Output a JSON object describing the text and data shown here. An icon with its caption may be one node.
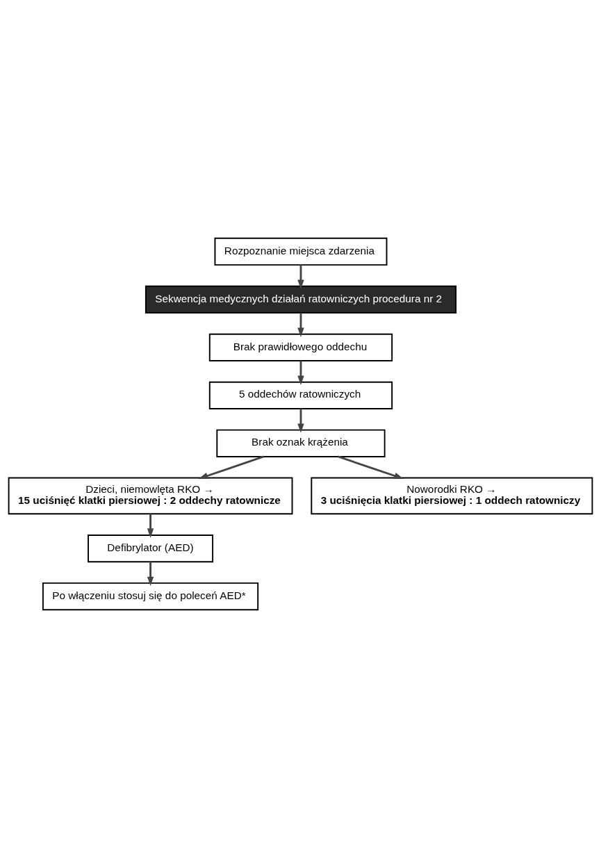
{
  "diagram": {
    "nodes": [
      {
        "text": [
          "Rozpoznanie miejsca zdarzenia"
        ]
      },
      {
        "text": [
          "Sekwencja medycznych działań ratowniczych procedura nr 2"
        ]
      },
      {
        "text": [
          "Brak prawidłowego oddechu"
        ]
      },
      {
        "text": [
          "5 oddechów ratowniczych"
        ]
      },
      {
        "text": [
          "Brak oznak krążenia"
        ]
      },
      {
        "text": [
          "Dzieci, niemowlęta RKO →",
          "15 uciśnięć klatki piersiowej : 2 oddechy ratownicze"
        ]
      },
      {
        "text": [
          "Noworodki RKO →",
          "3 uciśnięcia klatki piersiowej : 1 oddech ratowniczy"
        ]
      },
      {
        "text": [
          "Defibrylator (AED)"
        ]
      },
      {
        "text": [
          "Po włączeniu stosuj się do poleceń AED*"
        ]
      }
    ],
    "edges": [
      {
        "from": 0,
        "to": 1,
        "arrow": "to"
      },
      {
        "from": 1,
        "to": 2,
        "arrow": "to"
      },
      {
        "from": 2,
        "to": 3,
        "arrow": "to"
      },
      {
        "from": 3,
        "to": 4,
        "arrow": "to"
      },
      {
        "from": 4,
        "to": 5,
        "arrow": "to"
      },
      {
        "from": 4,
        "to": 6,
        "arrow": "to"
      },
      {
        "from": 5,
        "to": 7,
        "arrow": "to"
      },
      {
        "from": 7,
        "to": 8,
        "arrow": "to"
      }
    ]
  }
}
